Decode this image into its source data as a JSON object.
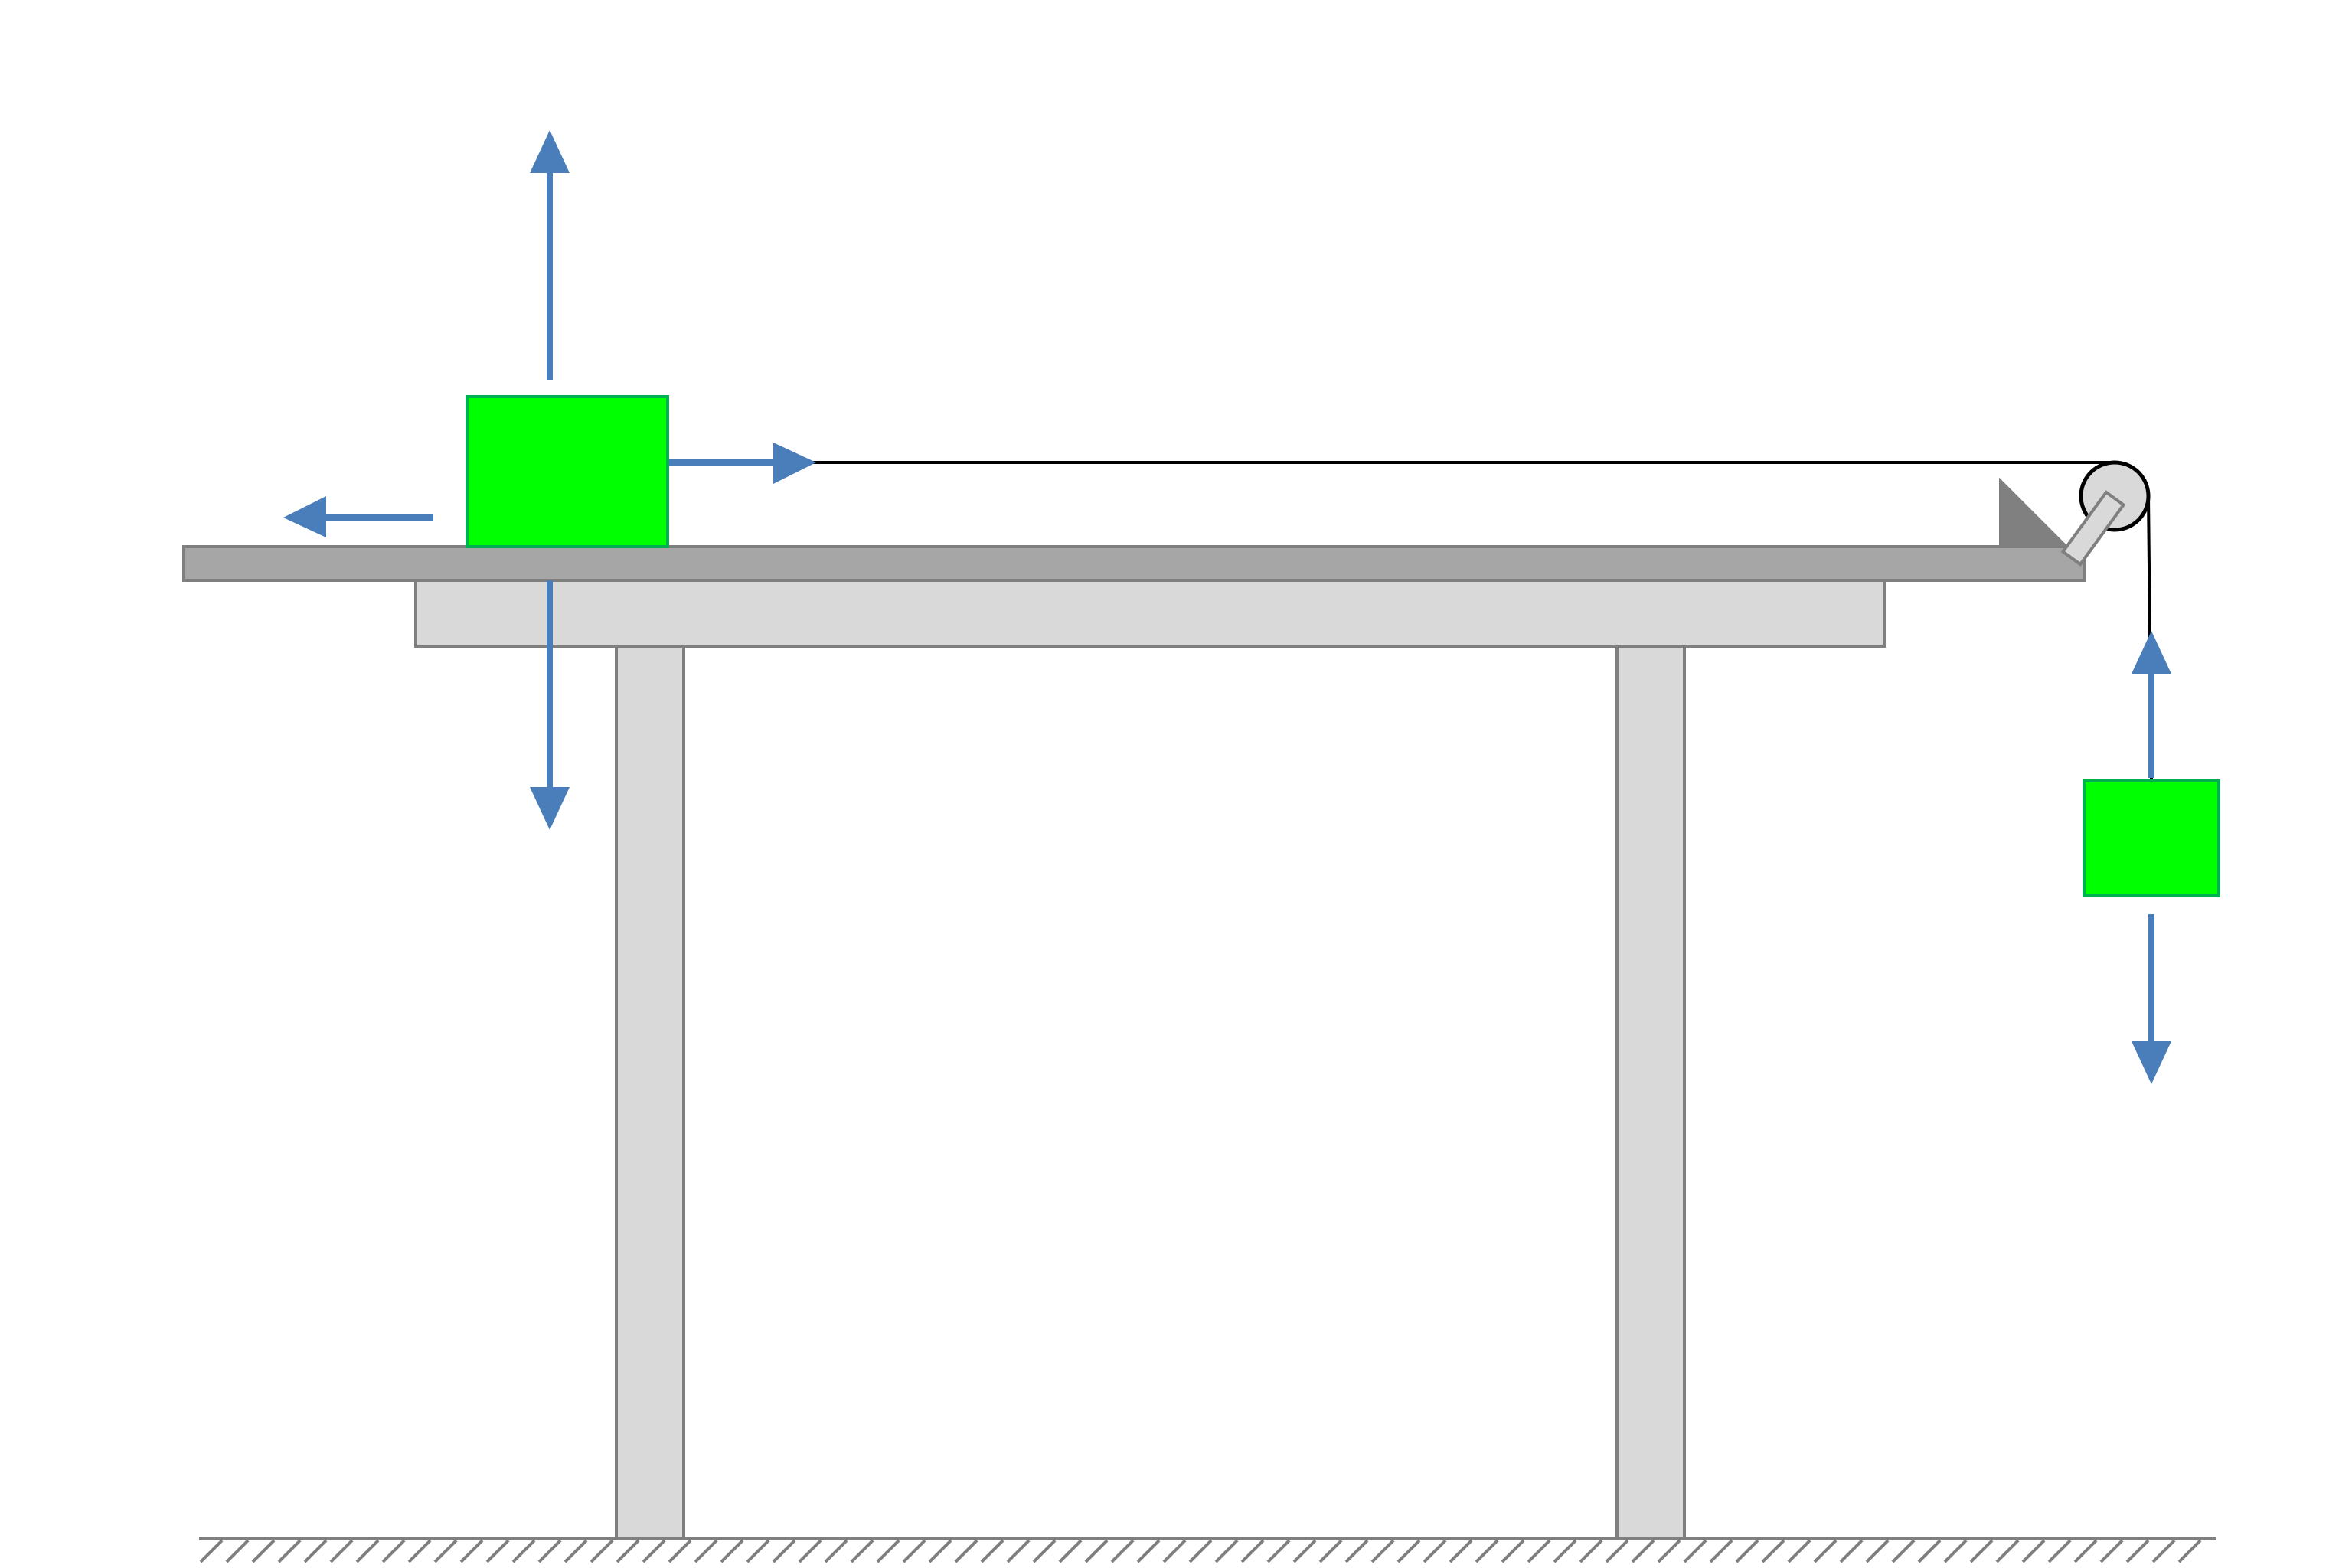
{
  "diagram": {
    "kind": "free-body diagram",
    "colors": {
      "background": "#ffffff",
      "block_fill": "#00ff00",
      "block_stroke": "#00b050",
      "arrow": "#4a7ebb",
      "table_top": "#a6a6a6",
      "table_body": "#d9d9d9",
      "outline": "#7f7f7f",
      "stop_block": "#808080",
      "rope": "#000000",
      "pulley_fill": "#d9d9d9",
      "pulley_stroke": "#000000",
      "ground_hatch": "#7f7f7f"
    },
    "elements": {
      "table": "table",
      "block_on_table": "block",
      "hanging_block": "block",
      "pulley": "pulley",
      "rope": "rope",
      "ground": "ground",
      "stop_block": "stop block"
    },
    "icons": {
      "force_arrow": "arrow-icon"
    },
    "forces": {
      "block_on_table": [
        "up",
        "down",
        "left",
        "right"
      ],
      "hanging_block": [
        "up",
        "down"
      ]
    }
  }
}
